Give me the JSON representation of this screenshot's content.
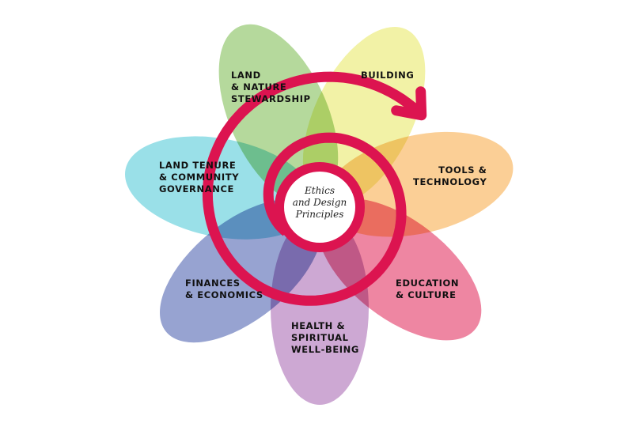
{
  "center": {
    "label": "Ethics\nand Design\nPrinciples"
  },
  "petals": [
    {
      "label": "LAND\n& NATURE\nSTEWARDSHIP",
      "color": "#b5d99c"
    },
    {
      "label": "BUILDING",
      "color": "#f2f2a6"
    },
    {
      "label": "TOOLS &\nTECHNOLOGY",
      "color": "#fbcf96"
    },
    {
      "label": "EDUCATION\n& CULTURE",
      "color": "#ee86a2"
    },
    {
      "label": "HEALTH &\nSPIRITUAL\nWELL-BEING",
      "color": "#cda8d3"
    },
    {
      "label": "FINANCES\n& ECONOMICS",
      "color": "#97a3d1"
    },
    {
      "label": "LAND TENURE\n& COMMUNITY\nGOVERNANCE",
      "color": "#9ae0e8"
    }
  ],
  "spiral": {
    "color": "#dc1450",
    "direction": "clockwise",
    "icon": "arrow-head-icon"
  }
}
